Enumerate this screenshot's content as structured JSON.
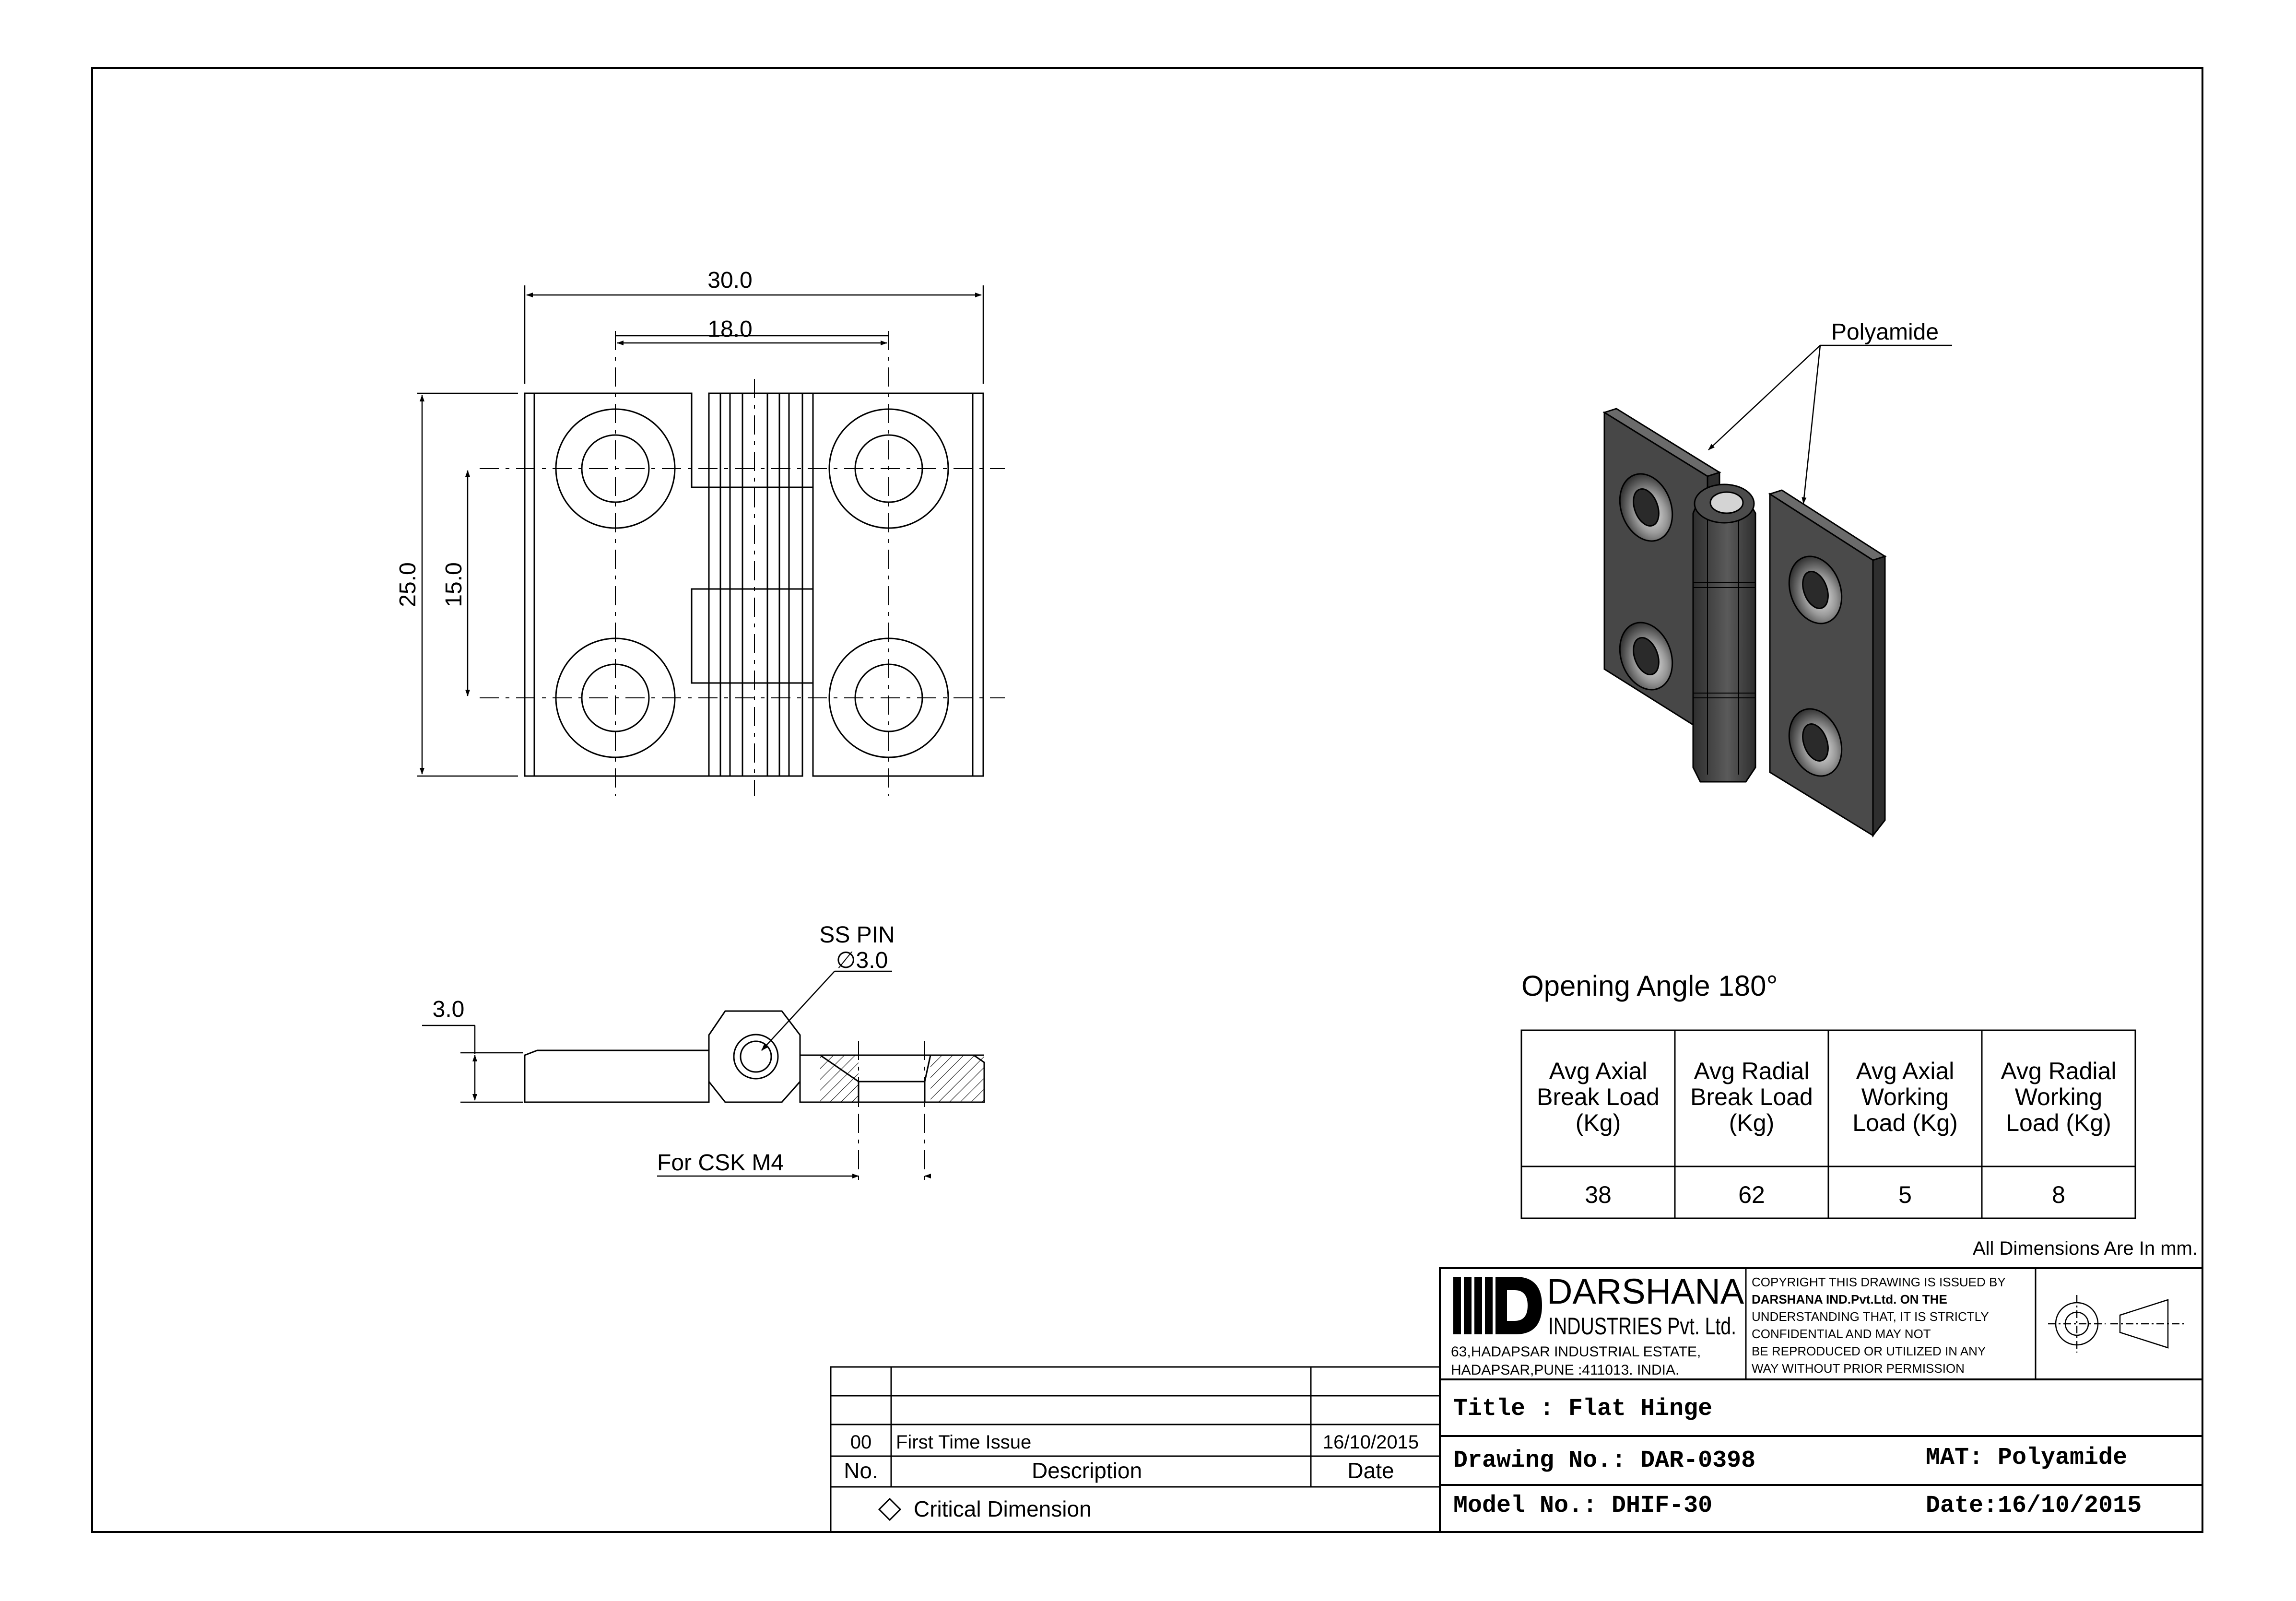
{
  "front_view": {
    "dims": {
      "overall_width": "30.0",
      "hole_spacing_x": "18.0",
      "overall_height": "25.0",
      "hole_spacing_y": "15.0"
    }
  },
  "side_view": {
    "pin_label": "SS PIN",
    "pin_dia": "∅3.0",
    "thickness": "3.0",
    "csk_label": "For CSK M4"
  },
  "iso_view": {
    "material_callout": "Polyamide"
  },
  "opening_angle": "Opening Angle 180°",
  "load_table": {
    "headers": [
      [
        "Avg Axial",
        "Break Load",
        "(Kg)"
      ],
      [
        "Avg Radial",
        "Break Load",
        "(Kg)"
      ],
      [
        "Avg Axial",
        "Working",
        "Load (Kg)"
      ],
      [
        "Avg Radial",
        "Working",
        "Load (Kg)"
      ]
    ],
    "values": [
      "38",
      "62",
      "5",
      "8"
    ]
  },
  "dimension_note": "All Dimensions Are In mm.",
  "company": {
    "name": "DARSHANA",
    "subtitle": "INDUSTRIES Pvt. Ltd.",
    "address_1": "63,HADAPSAR INDUSTRIAL ESTATE,",
    "address_2": "HADAPSAR,PUNE :411013. INDIA.",
    "copyright": [
      "COPYRIGHT THIS DRAWING IS ISSUED BY",
      "DARSHANA IND.Pvt.Ltd. ON THE",
      "UNDERSTANDING THAT, IT IS STRICTLY",
      "CONFIDENTIAL AND MAY NOT",
      "BE REPRODUCED OR UTILIZED IN ANY",
      "WAY WITHOUT PRIOR PERMISSION"
    ]
  },
  "title_block": {
    "title": "Title : Flat Hinge",
    "drawing_no": "Drawing No.: DAR-0398",
    "material": "MAT: Polyamide",
    "model_no": "Model No.: DHIF-30",
    "date": "Date:16/10/2015"
  },
  "revision_table": {
    "rows": [
      {
        "no": "00",
        "description": "First Time Issue",
        "date": "16/10/2015"
      }
    ],
    "headers": {
      "no": "No.",
      "description": "Description",
      "date": "Date"
    },
    "critical_note": "Critical Dimension"
  },
  "colors": {
    "line": "#000000",
    "shade_dark": "#3a3a3a",
    "shade_mid": "#6b6b6b",
    "shade_light": "#a8a8a8"
  }
}
